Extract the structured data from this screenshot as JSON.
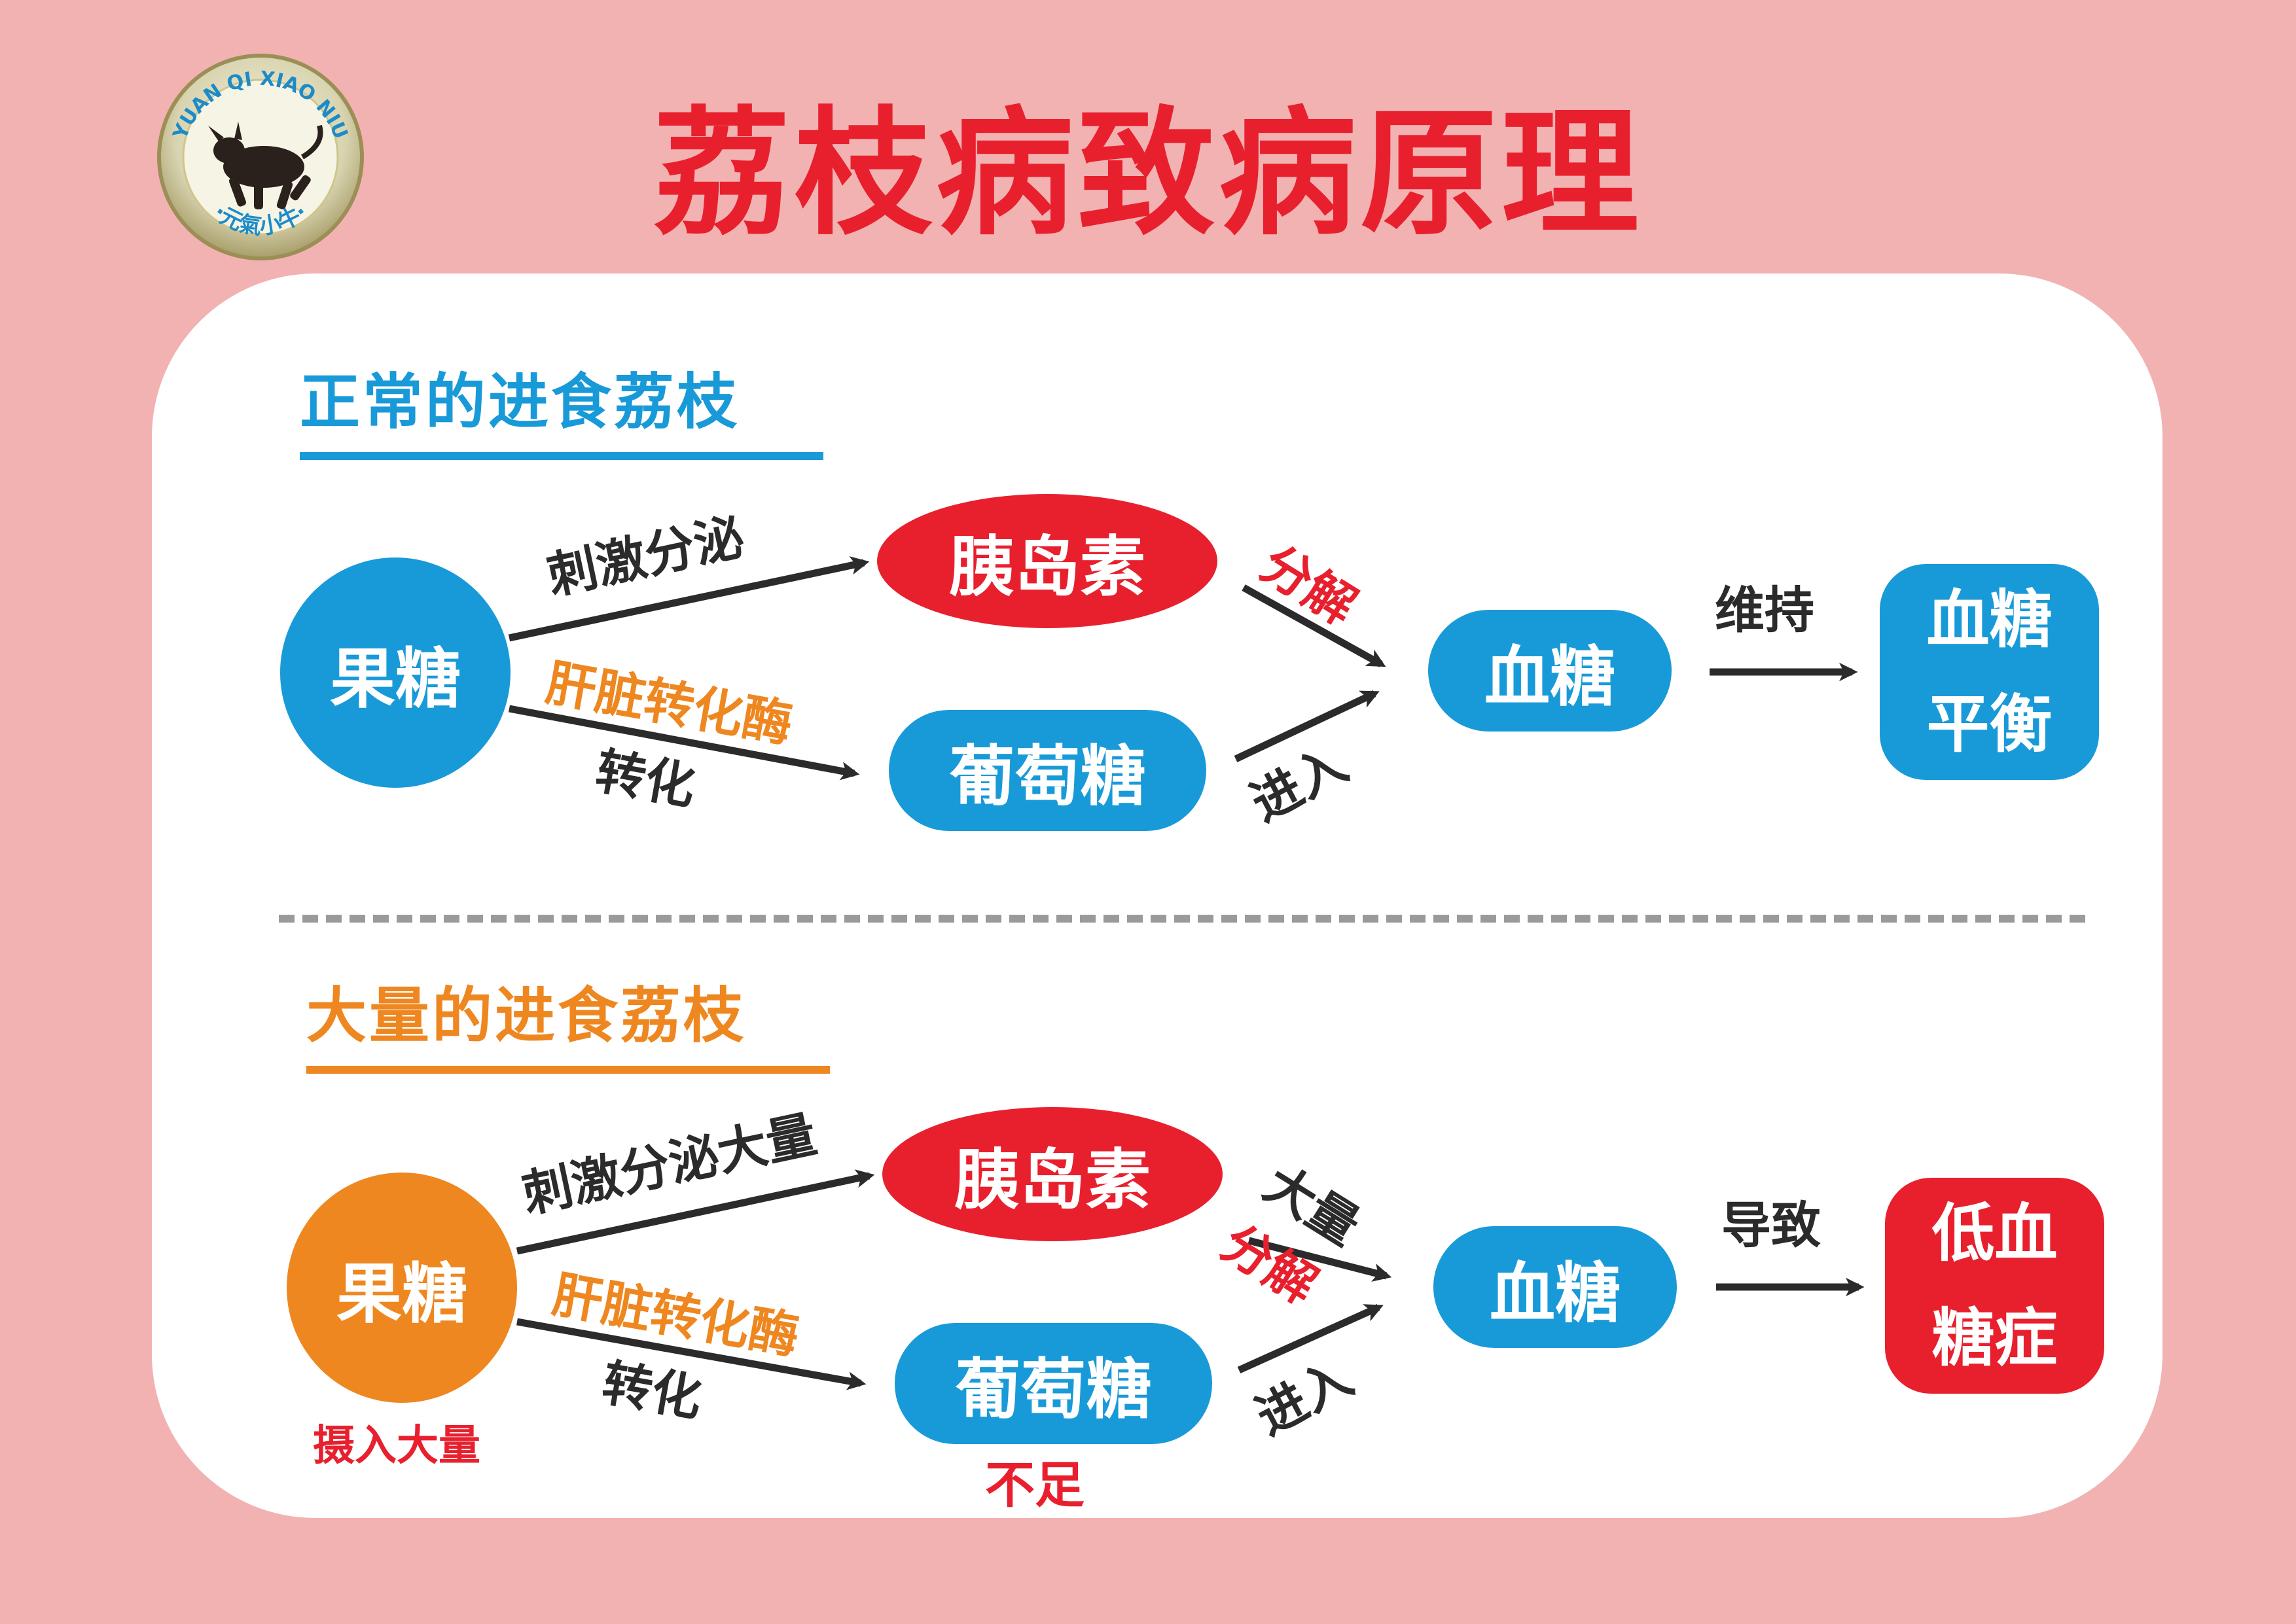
{
  "title": "荔枝病致病原理",
  "logo": {
    "text_ring": "YUAN QI XIAO NIU",
    "text_cn": "·元氣小牛·"
  },
  "colors": {
    "background": "#f2b2b2",
    "red": "#e8202e",
    "blue": "#199ad8",
    "orange": "#ee8720",
    "dark": "#2b2b2b"
  },
  "section1": {
    "title": "正常的进食荔枝",
    "fructose": "果糖",
    "insulin": "胰岛素",
    "glucose": "葡萄糖",
    "blood_sugar": "血糖",
    "result": "血糖\n平衡",
    "label_stimulate": "刺激分泌",
    "label_liver_enzyme": "肝脏转化酶",
    "label_convert": "转化",
    "label_decompose": "分解",
    "label_enter": "进入",
    "label_maintain": "维持"
  },
  "section2": {
    "title": "大量的进食荔枝",
    "fructose": "果糖",
    "fructose_note": "摄入大量",
    "insulin": "胰岛素",
    "glucose": "葡萄糖",
    "glucose_note": "不足",
    "blood_sugar": "血糖",
    "result": "低血\n糖症",
    "label_stimulate": "刺激分泌大量",
    "label_liver_enzyme": "肝脏转化酶",
    "label_convert": "转化",
    "label_large": "大量",
    "label_decompose": "分解",
    "label_enter": "进入",
    "label_cause": "导致"
  }
}
